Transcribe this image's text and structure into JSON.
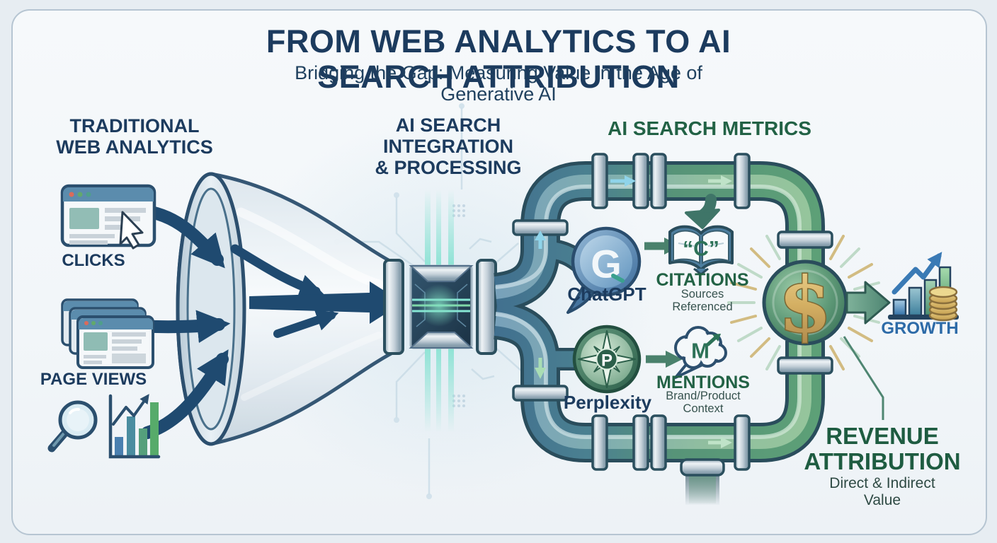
{
  "header": {
    "title": "FROM WEB ANALYTICS TO AI SEARCH ATTRIBUTION",
    "subtitle": "Bridging the Gap: Measuring Value in the Age of Generative AI"
  },
  "traditional": {
    "heading": "TRADITIONAL\nWEB ANALYTICS",
    "clicks_label": "CLICKS",
    "page_views_label": "PAGE VIEWS",
    "icons": [
      "browser-click-icon",
      "stacked-windows-icon",
      "magnifier-icon",
      "bar-chart-icon",
      "funnel-icon"
    ]
  },
  "processing": {
    "heading": "AI SEARCH\nINTEGRATION\n& PROCESSING",
    "icons": [
      "processor-chip-icon",
      "pipe-network"
    ]
  },
  "metrics": {
    "heading": "AI SEARCH METRICS",
    "sources": [
      {
        "name": "ChatGPT",
        "badge_letter": "G",
        "icon": "chatgpt-badge-icon"
      },
      {
        "name": "Perplexity",
        "badge_letter": "P",
        "icon": "perplexity-badge-icon"
      }
    ],
    "outputs": [
      {
        "label": "CITATIONS",
        "sublabel": "Sources\nReferenced",
        "icon_glyph": "“C”",
        "icon": "open-book-icon"
      },
      {
        "label": "MENTIONS",
        "sublabel": "Brand/Product\nContext",
        "icon_glyph": "M",
        "icon": "thought-bubble-icon"
      }
    ]
  },
  "revenue": {
    "dollar_glyph": "$",
    "growth_label": "GROWTH",
    "heading": "REVENUE\nATTRIBUTION",
    "subheading": "Direct & Indirect Value",
    "icons": [
      "dollar-junction-icon",
      "growth-chart-icon",
      "coin-stack-icon"
    ]
  },
  "colors": {
    "navy": "#1c3b5e",
    "green_heading": "#226245",
    "growth_blue": "#2d6ba8",
    "gold": "#d4af62",
    "pipe_blue": "#44759a",
    "pipe_green": "#5f9b79"
  }
}
